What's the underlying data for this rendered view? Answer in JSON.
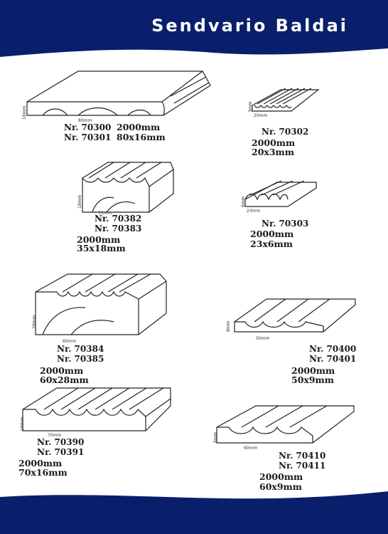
{
  "brand": {
    "title": "Sendvario Baldai",
    "color": "#0a1f6b"
  },
  "products": [
    {
      "codes": [
        "Nr. 70300",
        "Nr. 70301"
      ],
      "length": "2000mm",
      "size": "80x16mm",
      "width_label": "80mm",
      "height_label": "16mm"
    },
    {
      "codes": [
        "Nr. 70302"
      ],
      "length": "2000mm",
      "size": "20x3mm",
      "width_label": "20mm",
      "height_label": "3mm"
    },
    {
      "codes": [
        "Nr. 70382",
        "Nr. 70383"
      ],
      "length": "2000mm",
      "size": "35x18mm",
      "width_label": "35mm",
      "height_label": "18mm"
    },
    {
      "codes": [
        "Nr. 70303"
      ],
      "length": "2000mm",
      "size": "23x6mm",
      "width_label": "23mm",
      "height_label": "6mm"
    },
    {
      "codes": [
        "Nr. 70384",
        "Nr. 70385"
      ],
      "length": "2000mm",
      "size": "60x28mm",
      "width_label": "60mm",
      "height_label": "28mm"
    },
    {
      "codes": [
        "Nr. 70400",
        "Nr. 70401"
      ],
      "length": "2000mm",
      "size": "50x9mm",
      "width_label": "50mm",
      "height_label": "8mm"
    },
    {
      "codes": [
        "Nr. 70390",
        "Nr. 70391"
      ],
      "length": "2000mm",
      "size": "70x16mm",
      "width_label": "70mm",
      "height_label": "16mm"
    },
    {
      "codes": [
        "Nr. 70410",
        "Nr. 70411"
      ],
      "length": "2000mm",
      "size": "60x9mm",
      "width_label": "60mm",
      "height_label": "8mm"
    }
  ]
}
